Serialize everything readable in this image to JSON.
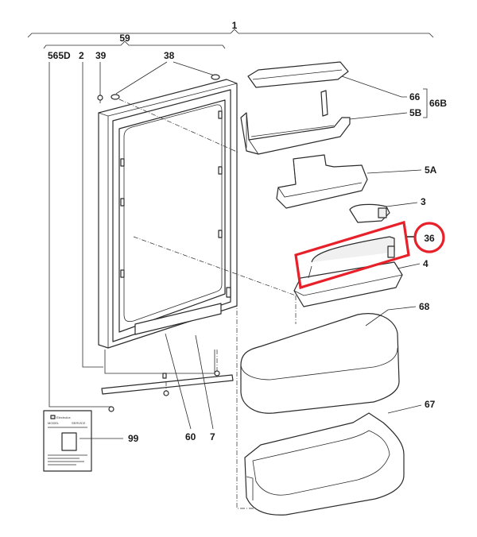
{
  "diagram": {
    "labels": {
      "assembly": "1",
      "door": "59",
      "door_left": "565D",
      "gasket": "2",
      "screw": "39",
      "hinge_caps": "38",
      "lid": "66",
      "lid_group": "66B",
      "dairy_shelf": "5B",
      "door_shelf_a": "5A",
      "bottle_stop": "3",
      "highlighted": "36",
      "bottle_shelf": "4",
      "crisper_cover": "68",
      "crisper": "67",
      "manual": "99",
      "hinge_plate": "60",
      "hinge_screws": "7"
    },
    "manual_text": {
      "brand": "Electrolux",
      "line1": "MODEL",
      "line2": "SERVICE"
    },
    "colors": {
      "line": "#2b2b2b",
      "highlight": "#e8202a",
      "background": "#ffffff"
    }
  }
}
